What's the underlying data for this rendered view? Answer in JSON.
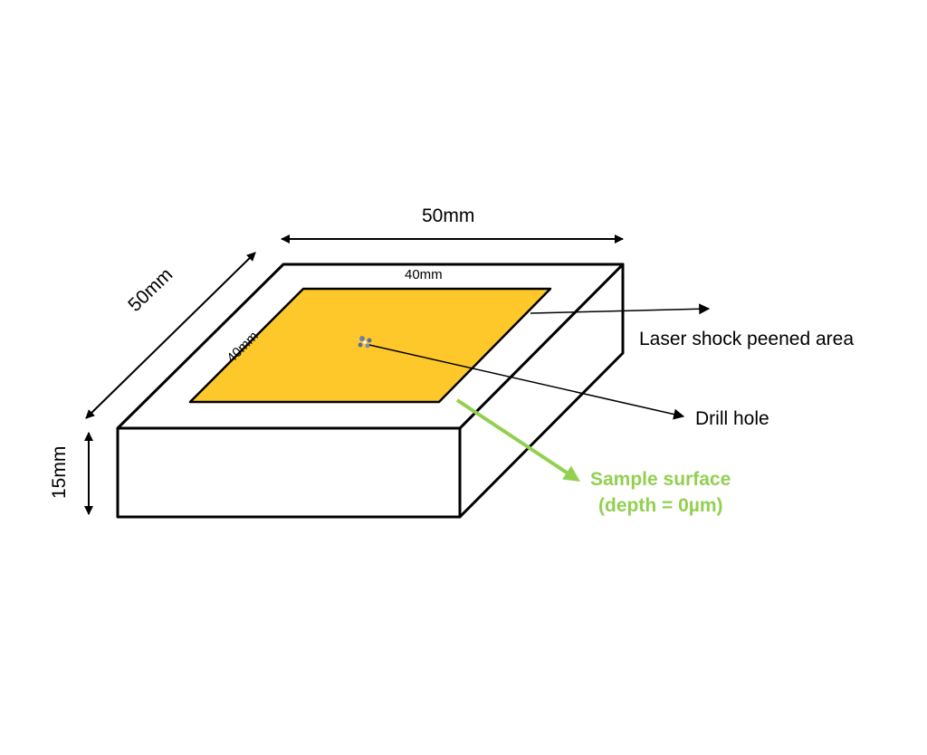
{
  "dimensions": {
    "top_width": "50mm",
    "side_depth": "50mm",
    "height": "15mm",
    "peened_width": "40mm",
    "peened_depth": "40mm"
  },
  "callouts": {
    "peened_area": "Laser shock peened area",
    "drill_hole": "Drill hole",
    "sample_surface_line1": "Sample surface",
    "sample_surface_line2": "(depth = 0µm)"
  },
  "colors": {
    "peened_fill": "#ffc82a",
    "surface_arrow": "#92d050",
    "outline": "#000000",
    "drill_hole": "#5a6e9c"
  }
}
